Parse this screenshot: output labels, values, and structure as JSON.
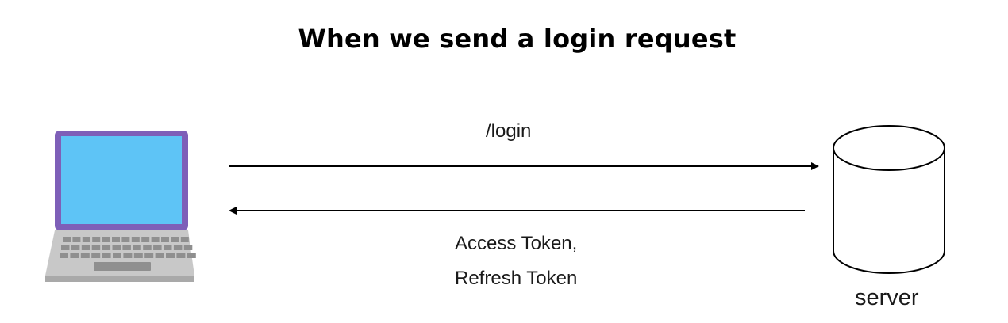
{
  "title": "When we send a login request",
  "nodes": {
    "client": {
      "icon": "laptop-icon",
      "screen_color": "#5ec4f6",
      "frame_color": "#7e5fb8"
    },
    "server": {
      "icon": "database-cylinder-icon",
      "label": "server"
    }
  },
  "edges": {
    "request": {
      "direction": "client-to-server",
      "label": "/login"
    },
    "response": {
      "direction": "server-to-client",
      "label_lines": [
        "Access Token,",
        "Refresh Token"
      ]
    }
  }
}
